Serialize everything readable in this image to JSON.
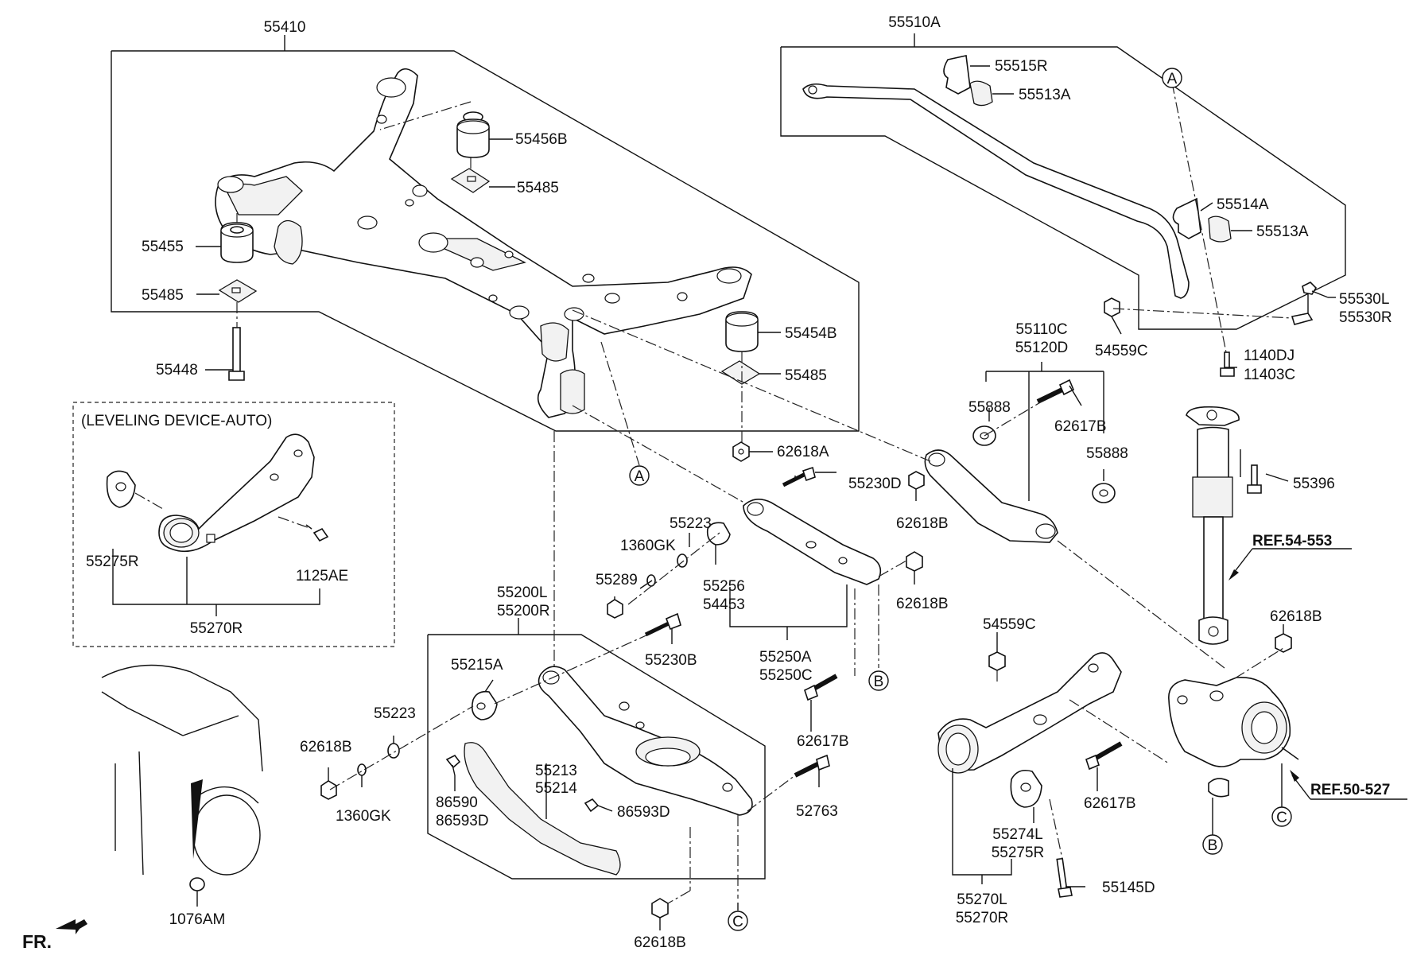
{
  "labels": {
    "l55410": "55410",
    "l55510a": "55510A",
    "l55515r": "55515R",
    "l55513a_top": "55513A",
    "l55514a": "55514A",
    "l55513a_mid": "55513A",
    "l55530l": "55530L",
    "l55530r": "55530R",
    "l54559c_top": "54559C",
    "l1140dj": "1140DJ",
    "l11403c": "11403C",
    "l55456b": "55456B",
    "l55485_a": "55485",
    "l55455": "55455",
    "l55485_b": "55485",
    "l55454b": "55454B",
    "l55485_c": "55485",
    "l55448": "55448",
    "l62618a": "62618A",
    "l55110c": "55110C",
    "l55120d": "55120D",
    "l55888_a": "55888",
    "l62617b_a": "62617B",
    "l55888_b": "55888",
    "l55230d": "55230D",
    "l62618b_a": "62618B",
    "l55396": "55396",
    "leveling": "(LEVELING DEVICE-AUTO)",
    "l55275r_a": "55275R",
    "l1125ae": "1125AE",
    "l55270r_a": "55270R",
    "l55223_a": "55223",
    "l1360gk_a": "1360GK",
    "l55289": "55289",
    "l55256": "55256",
    "l54453": "54453",
    "l62618b_b": "62618B",
    "ref54553": "REF.54-553",
    "l55200l": "55200L",
    "l55200r": "55200R",
    "l55215a": "55215A",
    "l55230b": "55230B",
    "l55250a": "55250A",
    "l55250c": "55250C",
    "l54559c_mid": "54559C",
    "l62618b_c": "62618B",
    "l55223_b": "55223",
    "l62618b_d": "62618B",
    "l1360gk_b": "1360GK",
    "l55213": "55213",
    "l55214": "55214",
    "l86590": "86590",
    "l86593d_a": "86593D",
    "l86593d_b": "86593D",
    "l62617b_b": "62617B",
    "l52763": "52763",
    "l62617b_c": "62617B",
    "ref50527": "REF.50-527",
    "l55274l": "55274L",
    "l55275r_b": "55275R",
    "l55145d": "55145D",
    "l55270l": "55270L",
    "l55270r_b": "55270R",
    "l1076am": "1076AM",
    "l62618b_e": "62618B",
    "fr": "FR."
  },
  "callouts": {
    "a_top": "A",
    "a_mid": "A",
    "b_mid": "B",
    "b_bot": "B",
    "c_bot1": "C",
    "c_bot2": "C"
  }
}
